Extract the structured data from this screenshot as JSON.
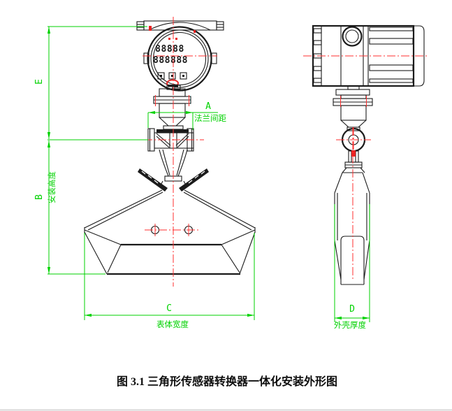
{
  "figure": {
    "caption": "图 3.1 三角形传感器转换器一体化安装外形图"
  },
  "display": {
    "row1": "88888",
    "row2": "888888"
  },
  "dimensions": {
    "e_label": "E",
    "a_label": "A",
    "a_note": "法兰间距",
    "b_label": "B",
    "b_note": "安装高度",
    "c_label": "C",
    "c_note": "表体宽度",
    "d_label": "D",
    "d_note": "外壳厚度"
  },
  "colors": {
    "dimension_green": "#00d200",
    "centerline_red": "#ff2f2f",
    "drawing_black": "#1b1b1b",
    "background": "#ffffff"
  }
}
